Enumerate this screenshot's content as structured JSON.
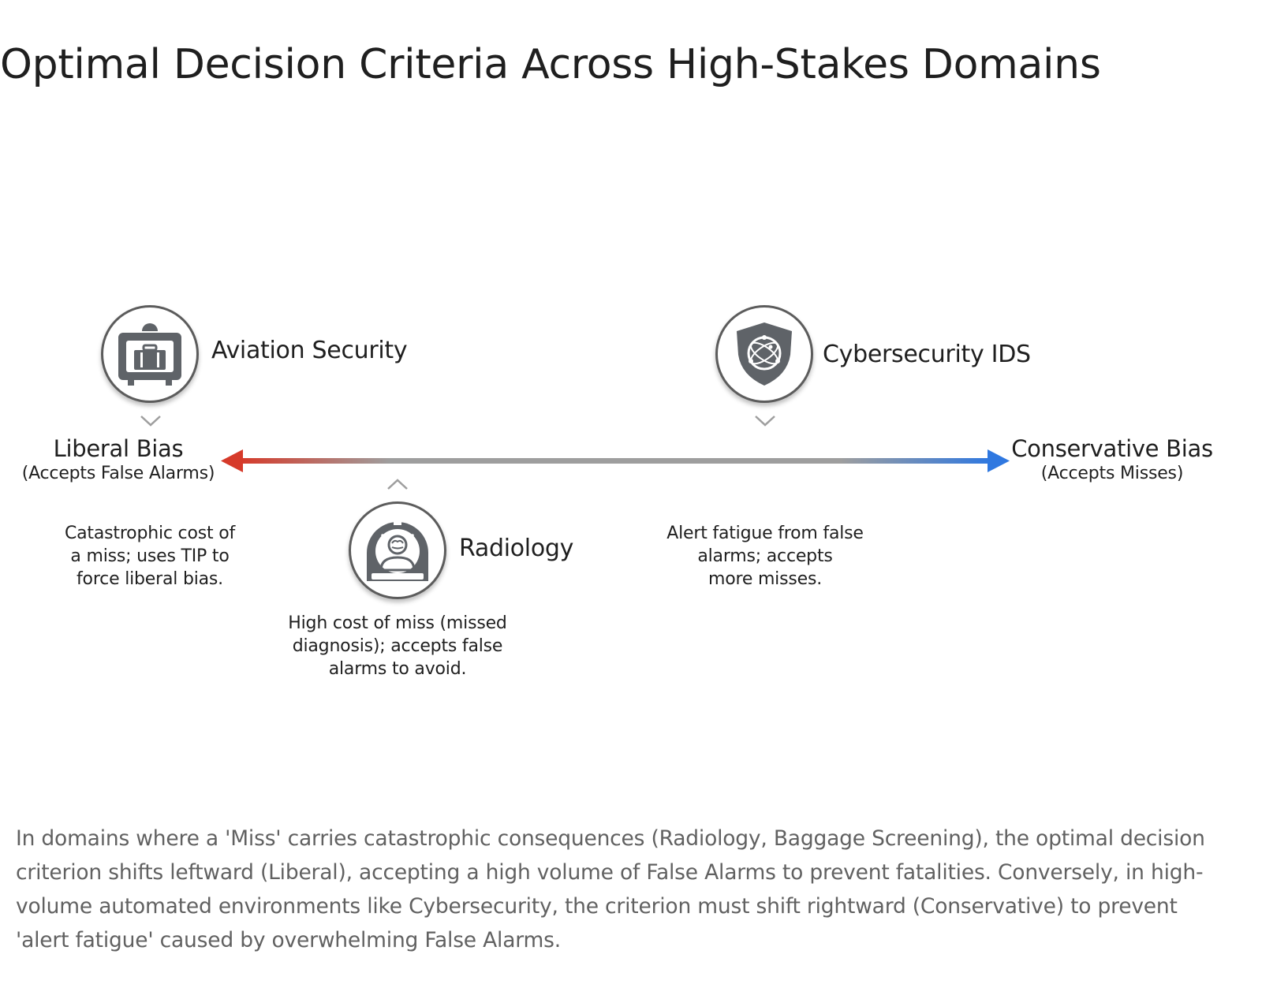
{
  "title": "Optimal Decision Criteria Across High-Stakes Domains",
  "axis": {
    "left": {
      "title": "Liberal Bias",
      "subtitle": "(Accepts False Alarms)"
    },
    "right": {
      "title": "Conservative Bias",
      "subtitle": "(Accepts Misses)"
    },
    "colors": {
      "liberal": "#d63a2a",
      "neutral": "#9e9e9e",
      "conservative": "#2f78e0"
    }
  },
  "domains": [
    {
      "label": "Aviation Security",
      "icon": "baggage-scanner-icon",
      "description": [
        "Catastrophic cost of",
        "a miss; uses TIP to",
        "force liberal bias."
      ]
    },
    {
      "label": "Radiology",
      "icon": "mri-scanner-icon",
      "description": [
        "High cost of miss (missed",
        "diagnosis); accepts false",
        "alarms to avoid."
      ]
    },
    {
      "label": "Cybersecurity IDS",
      "icon": "shield-network-icon",
      "description": [
        "Alert fatigue from false",
        "alarms; accepts",
        "more misses."
      ]
    }
  ],
  "caption": "In domains where a 'Miss' carries catastrophic consequences (Radiology, Baggage Screening), the optimal decision criterion shifts leftward (Liberal), accepting a high volume of False Alarms to prevent fatalities. Conversely, in high-volume automated environments like Cybersecurity, the criterion must shift rightward (Conservative) to prevent 'alert fatigue' caused by overwhelming False Alarms."
}
